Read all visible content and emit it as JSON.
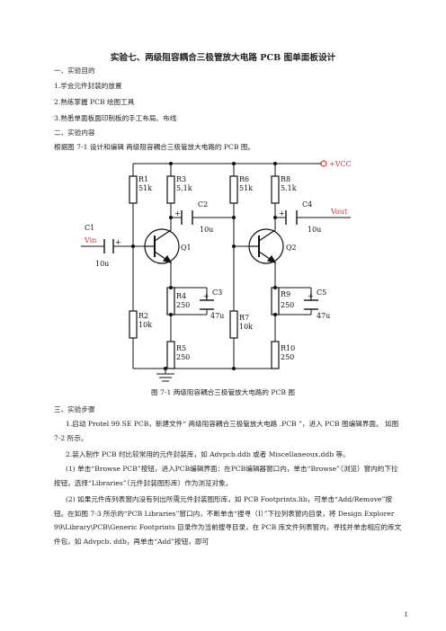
{
  "doc": {
    "title": "实验七、两级阻容耦合三极管放大电路 PCB 图单面板设计",
    "sec1": "一、实验目的",
    "obj1": "1.学会元件封装的放置",
    "obj2": "2.熟练掌握 PCB 绘图工具",
    "obj3": "3.熟悉单面板面印制板的手工布局、布线",
    "sec2": "二、实验内容",
    "content": "根据图 7-1 设计和编辑 两级阻容耦合三极管放大电路的 PCB 图。",
    "caption": "图 7-1 两级阻容耦合三极管放大电路的 PCB 图",
    "sec3": "三、实验步骤",
    "step1": "1.启动 Protel 99 SE PCB，新建文件“ 两级阻容耦合三极管放大电路 .PCB ”，进入 PCB 图编辑界面。 如图 7-2 所示。",
    "step2": "2.装入制作 PCB 时比较常用的元件封装库，如 Advpcb.ddb 或者 Miscellaneoux.ddb 等。",
    "step2a": "(1) 单击“Browse PCB”按钮，进入PCB编辑界面：在PCB编辑器窗口内，单击“Browse”（浏览）窗内的下拉按钮，选择“Libraries”（元件封装图形库）作为浏览对象。",
    "step2b": "(2) 如果元件库列表窗内没有列出所需元件封装图形库，如 PCB Footprints.lib，可单击“Add/Remove”按钮。在如图 7-3 所示的“PCB Libraries”窗口内，不断单击“搜寻（I）”下拉列表窗内目录，将 Design Explorer 99\\Library\\PCB\\Generic Footprints 目录作为当前搜寻目录，在 PCB 库文件列表窗内，寻找并单击相应的库文件包，如 Advpcb. ddb，再单击“Add”按钮，即可",
    "page": "1"
  },
  "circuit": {
    "vcc": "+VCC",
    "vin": "Vin",
    "vout": "Vout",
    "r1": "R1",
    "r1v": "51k",
    "r2": "R2",
    "r2v": "10k",
    "r3": "R3",
    "r3v": "5.1k",
    "r4": "R4",
    "r4v": "250",
    "r5": "R5",
    "r5v": "250",
    "r6": "R6",
    "r6v": "51k",
    "r7": "R7",
    "r7v": "10k",
    "r8": "R8",
    "r8v": "5.1k",
    "r9": "R9",
    "r9v": "250",
    "r10": "R10",
    "r10v": "250",
    "c1": "C1",
    "c1v": "10u",
    "c2": "C2",
    "c2v": "10u",
    "c3": "C3",
    "c3v": "47u",
    "c4": "C4",
    "c4v": "10u",
    "c5": "C5",
    "c5v": "47u",
    "q1": "Q1",
    "q2": "Q2",
    "plus": "+"
  }
}
